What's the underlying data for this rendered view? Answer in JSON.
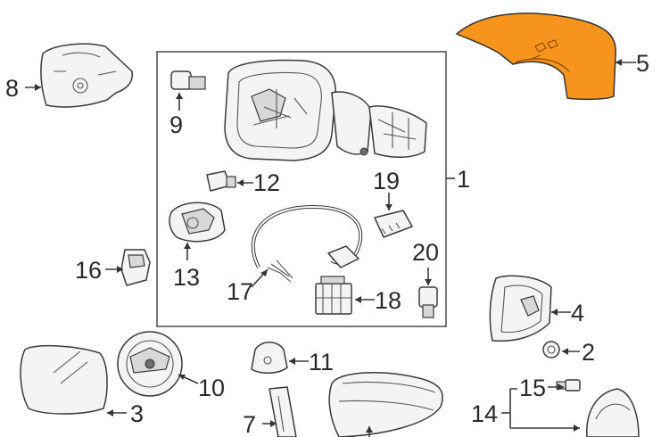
{
  "colors": {
    "highlight": "#f7941d",
    "line": "#3a3a3a",
    "background": "#ffffff"
  },
  "callouts": {
    "c1": "1",
    "c2": "2",
    "c3": "3",
    "c4": "4",
    "c5": "5",
    "c7": "7",
    "c8": "8",
    "c9": "9",
    "c10": "10",
    "c11": "11",
    "c12": "12",
    "c13": "13",
    "c14": "14",
    "c15": "15",
    "c16": "16",
    "c17": "17",
    "c18": "18",
    "c19": "19",
    "c20": "20"
  }
}
